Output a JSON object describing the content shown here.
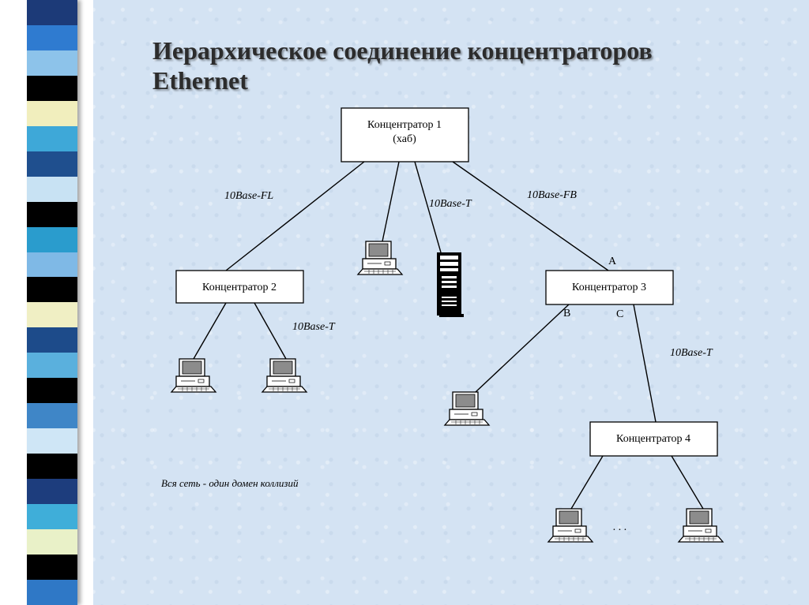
{
  "slide": {
    "title_line1": "Иерархическое соединение концентраторов",
    "title_line2": "Ethernet"
  },
  "diagram": {
    "hub1_line1": "Концентратор 1",
    "hub1_line2": "(хаб)",
    "hub2": "Концентратор 2",
    "hub3": "Концентратор 3",
    "hub4": "Концентратор 4",
    "link_fl": "10Base-FL",
    "link_t_hub1": "10Base-T",
    "link_fb": "10Base-FB",
    "link_t_hub2": "10Base-T",
    "link_t_hub4": "10Base-T",
    "port_a": "A",
    "port_b": "B",
    "port_c": "C",
    "ellipsis": ". . .",
    "note": "Вся сеть - один домен коллизий"
  },
  "decor": {
    "stripe_colors": [
      "#1c3a78",
      "#2f7bd0",
      "#8dc3ea",
      "#000000",
      "#f1eebd",
      "#3ea8d8",
      "#1f4f8e",
      "#c8e2f3",
      "#000000",
      "#2a9ccd",
      "#7fb9e6",
      "#000000",
      "#f0efc4",
      "#1d4b8a",
      "#5ab0dd",
      "#000000",
      "#3f86c7",
      "#cfe6f6",
      "#000000",
      "#1d3d7d",
      "#3faed9",
      "#e9f1c8",
      "#000000",
      "#2f78c6"
    ]
  }
}
